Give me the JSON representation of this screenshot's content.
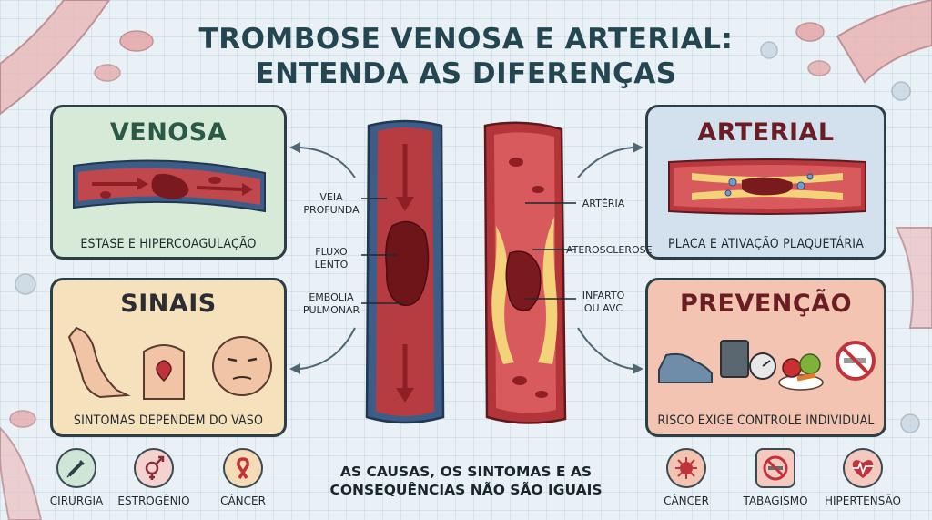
{
  "title_line1": "TROMBOSE VENOSA E ARTERIAL:",
  "title_line2": "ENTENDA AS DIFERENÇAS",
  "panels": {
    "venosa": {
      "title": "VENOSA",
      "caption": "ESTASE E HIPERCOAGULAÇÃO"
    },
    "arterial": {
      "title": "ARTERIAL",
      "caption": "PLACA E ATIVAÇÃO PLAQUETÁRIA"
    },
    "sinais": {
      "title": "SINAIS",
      "caption": "SINTOMAS DEPENDEM DO VASO"
    },
    "prevencao": {
      "title": "PREVENÇÃO",
      "caption": "RISCO EXIGE CONTROLE INDIVIDUAL"
    }
  },
  "vessel_labels": {
    "veia_profunda": [
      "VEIA",
      "PROFUNDA"
    ],
    "fluxo_lento": [
      "FLUXO",
      "LENTO"
    ],
    "embolia": [
      "EMBOLIA",
      "PULMONAR"
    ],
    "arteria": [
      "ARTÉRIA"
    ],
    "aterosclerose": [
      "ATEROSCLEROSE"
    ],
    "infarto": [
      "INFARTO",
      "OU AVC"
    ]
  },
  "risk_left": [
    {
      "label": "CIRURGIA",
      "icon": "syringe-icon"
    },
    {
      "label": "ESTROGÊNIO",
      "icon": "venus-mars-icon"
    },
    {
      "label": "CÂNCER",
      "icon": "ribbon-icon"
    }
  ],
  "risk_right": [
    {
      "label": "CÂNCER",
      "icon": "virus-icon"
    },
    {
      "label": "TABAGISMO",
      "icon": "no-smoking-icon"
    },
    {
      "label": "HIPERTENSÃO",
      "icon": "heart-pulse-icon"
    }
  ],
  "footer_line1": "AS CAUSAS, OS SINTOMAS E AS",
  "footer_line2": "CONSEQUÊNCIAS NÃO SÃO IGUAIS",
  "colors": {
    "venosa_bg": "#d6ead7",
    "arterial_bg": "#d3e1ef",
    "sinais_bg": "#f6e1bd",
    "prevencao_bg": "#f2c4b1",
    "blood": "#8f1f24",
    "vein_blue": "#3d5d89"
  }
}
